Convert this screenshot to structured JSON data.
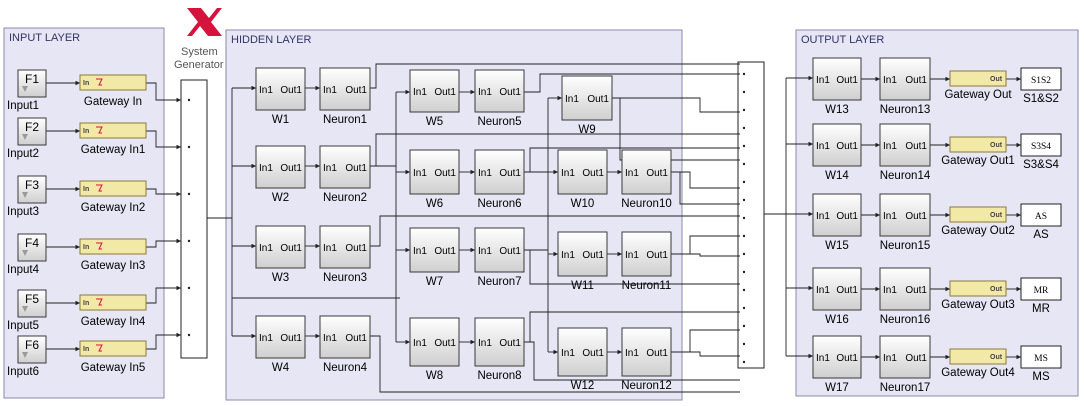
{
  "panels": {
    "input": "INPUT LAYER",
    "hidden": "HIDDEN LAYER",
    "output": "OUTPUT LAYER"
  },
  "system_generator": {
    "line1": "System",
    "line2": "Generator",
    "icon": "xilinx-logo"
  },
  "ports": {
    "in": "In1",
    "out": "Out1"
  },
  "gateway_tags": {
    "in": "In",
    "out": "Out"
  },
  "inputs": [
    {
      "block": "F1",
      "caption": "Input1",
      "gateway": "Gateway In"
    },
    {
      "block": "F2",
      "caption": "Input2",
      "gateway": "Gateway In1"
    },
    {
      "block": "F3",
      "caption": "Input3",
      "gateway": "Gateway In2"
    },
    {
      "block": "F4",
      "caption": "Input4",
      "gateway": "Gateway In3"
    },
    {
      "block": "F5",
      "caption": "Input5",
      "gateway": "Gateway In4"
    },
    {
      "block": "F6",
      "caption": "Input6",
      "gateway": "Gateway In5"
    }
  ],
  "hidden_blocks": [
    {
      "caption": "W1"
    },
    {
      "caption": "Neuron1"
    },
    {
      "caption": "W2"
    },
    {
      "caption": "Neuron2"
    },
    {
      "caption": "W3"
    },
    {
      "caption": "Neuron3"
    },
    {
      "caption": "W4"
    },
    {
      "caption": "Neuron4"
    },
    {
      "caption": "W5"
    },
    {
      "caption": "Neuron5"
    },
    {
      "caption": "W6"
    },
    {
      "caption": "Neuron6"
    },
    {
      "caption": "W7"
    },
    {
      "caption": "Neuron7"
    },
    {
      "caption": "W8"
    },
    {
      "caption": "Neuron8"
    },
    {
      "caption": "W9"
    },
    {
      "caption": "W10"
    },
    {
      "caption": "Neuron10"
    },
    {
      "caption": "W11"
    },
    {
      "caption": "Neuron11"
    },
    {
      "caption": "W12"
    },
    {
      "caption": "Neuron12"
    }
  ],
  "outputs": [
    {
      "w": "W13",
      "neuron": "Neuron13",
      "gateway": "Gateway Out",
      "scope": "S1S2",
      "caption": "S1&S2"
    },
    {
      "w": "W14",
      "neuron": "Neuron14",
      "gateway": "Gateway Out1",
      "scope": "S3S4",
      "caption": "S3&S4"
    },
    {
      "w": "W15",
      "neuron": "Neuron15",
      "gateway": "Gateway Out2",
      "scope": "AS",
      "caption": "AS"
    },
    {
      "w": "W16",
      "neuron": "Neuron16",
      "gateway": "Gateway Out3",
      "scope": "MR",
      "caption": "MR"
    },
    {
      "w": "W17",
      "neuron": "Neuron17",
      "gateway": "Gateway Out4",
      "scope": "MS",
      "caption": "MS"
    }
  ],
  "colors": {
    "panel": "#e6e6f5",
    "gateway": "#f3e9a6",
    "xilinx": "#d4143c"
  }
}
